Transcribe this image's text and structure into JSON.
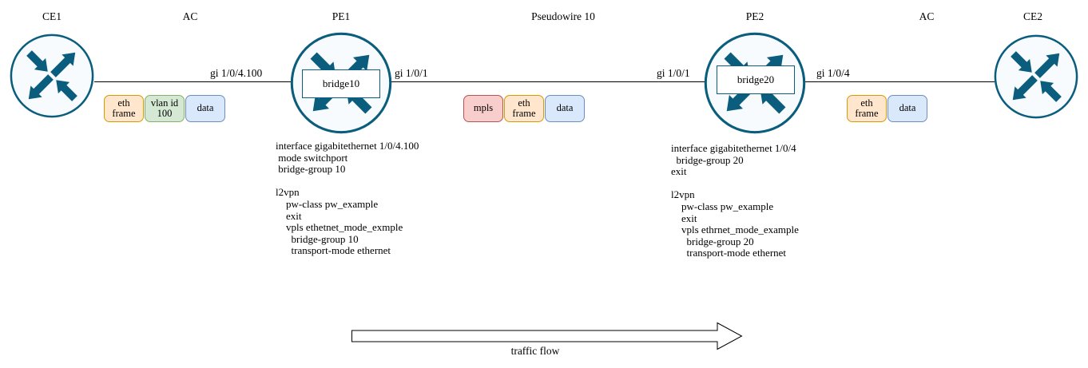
{
  "colors": {
    "router_stroke": "#0b5d7d",
    "router_fill": "#f7fbfd",
    "eth_frame_fill": "#ffe6cc",
    "eth_frame_border": "#d79b00",
    "vlan_fill": "#d5e8d4",
    "vlan_border": "#82b366",
    "data_fill": "#dae8fc",
    "data_border": "#6c8ebf",
    "mpls_fill": "#f8cecc",
    "mpls_border": "#b85450"
  },
  "nodes": {
    "ce1": {
      "label": "CE1"
    },
    "pe1": {
      "label": "PE1",
      "bridge_label": "bridge10"
    },
    "pe2": {
      "label": "PE2",
      "bridge_label": "bridge20"
    },
    "ce2": {
      "label": "CE2"
    }
  },
  "links": {
    "ac_left": "AC",
    "pseudowire": "Pseudowire 10",
    "ac_right": "AC"
  },
  "interfaces": {
    "pe1_access": "gi 1/0/4.100",
    "pe1_core": "gi 1/0/1",
    "pe2_core": "gi 1/0/1",
    "pe2_access": "gi 1/0/4"
  },
  "frames": {
    "ac_left": {
      "eth": "eth\nframe",
      "vlan": "vlan id\n100",
      "data": "data"
    },
    "pseudowire": {
      "mpls": "mpls",
      "eth": "eth\nframe",
      "data": "data"
    },
    "ac_right": {
      "eth": "eth\nframe",
      "data": "data"
    }
  },
  "configs": {
    "pe1": "interface gigabitethernet 1/0/4.100\n mode switchport\n bridge-group 10\n\nl2vpn\n    pw-class pw_example\n    exit\n    vpls ethetnet_mode_exmple\n      bridge-group 10\n      transport-mode ethernet",
    "pe2": "interface gigabitethernet 1/0/4\n  bridge-group 20\nexit\n\nl2vpn\n    pw-class pw_example\n    exit\n    vpls ethrnet_mode_example\n      bridge-group 20\n      transport-mode ethernet"
  },
  "traffic": {
    "label": "traffic flow"
  }
}
